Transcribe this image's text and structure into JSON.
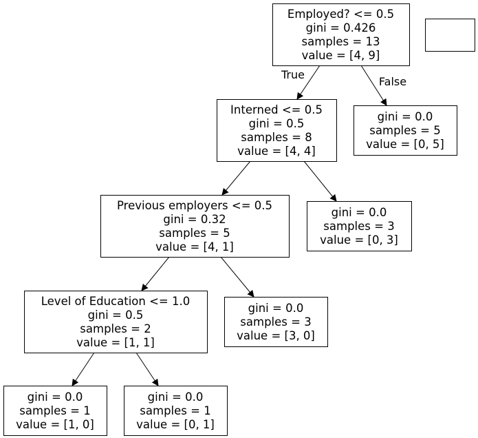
{
  "tree": {
    "nodes": [
      {
        "id": "n0",
        "lines": [
          "Employed? <= 0.5",
          "gini = 0.426",
          "samples = 13",
          "value = [4, 9]"
        ]
      },
      {
        "id": "n1",
        "lines": [
          "Interned <= 0.5",
          "gini = 0.5",
          "samples = 8",
          "value = [4, 4]"
        ]
      },
      {
        "id": "n2",
        "lines": [
          "gini = 0.0",
          "samples = 5",
          "value = [0, 5]"
        ]
      },
      {
        "id": "n3",
        "lines": [
          "Previous employers <= 0.5",
          "gini = 0.32",
          "samples = 5",
          "value = [4, 1]"
        ]
      },
      {
        "id": "n4",
        "lines": [
          "gini = 0.0",
          "samples = 3",
          "value = [0, 3]"
        ]
      },
      {
        "id": "n5",
        "lines": [
          "Level of Education <= 1.0",
          "gini = 0.5",
          "samples = 2",
          "value = [1, 1]"
        ]
      },
      {
        "id": "n6",
        "lines": [
          "gini = 0.0",
          "samples = 3",
          "value = [3, 0]"
        ]
      },
      {
        "id": "n7",
        "lines": [
          "gini = 0.0",
          "samples = 1",
          "value = [1, 0]"
        ]
      },
      {
        "id": "n8",
        "lines": [
          "gini = 0.0",
          "samples = 1",
          "value = [0, 1]"
        ]
      },
      {
        "id": "legend",
        "lines": []
      }
    ],
    "edges": [
      {
        "from": "n0",
        "to": "n1",
        "label": "True"
      },
      {
        "from": "n0",
        "to": "n2",
        "label": "False"
      },
      {
        "from": "n1",
        "to": "n3",
        "label": ""
      },
      {
        "from": "n1",
        "to": "n4",
        "label": ""
      },
      {
        "from": "n3",
        "to": "n5",
        "label": ""
      },
      {
        "from": "n3",
        "to": "n6",
        "label": ""
      },
      {
        "from": "n5",
        "to": "n7",
        "label": ""
      },
      {
        "from": "n5",
        "to": "n8",
        "label": ""
      }
    ]
  }
}
